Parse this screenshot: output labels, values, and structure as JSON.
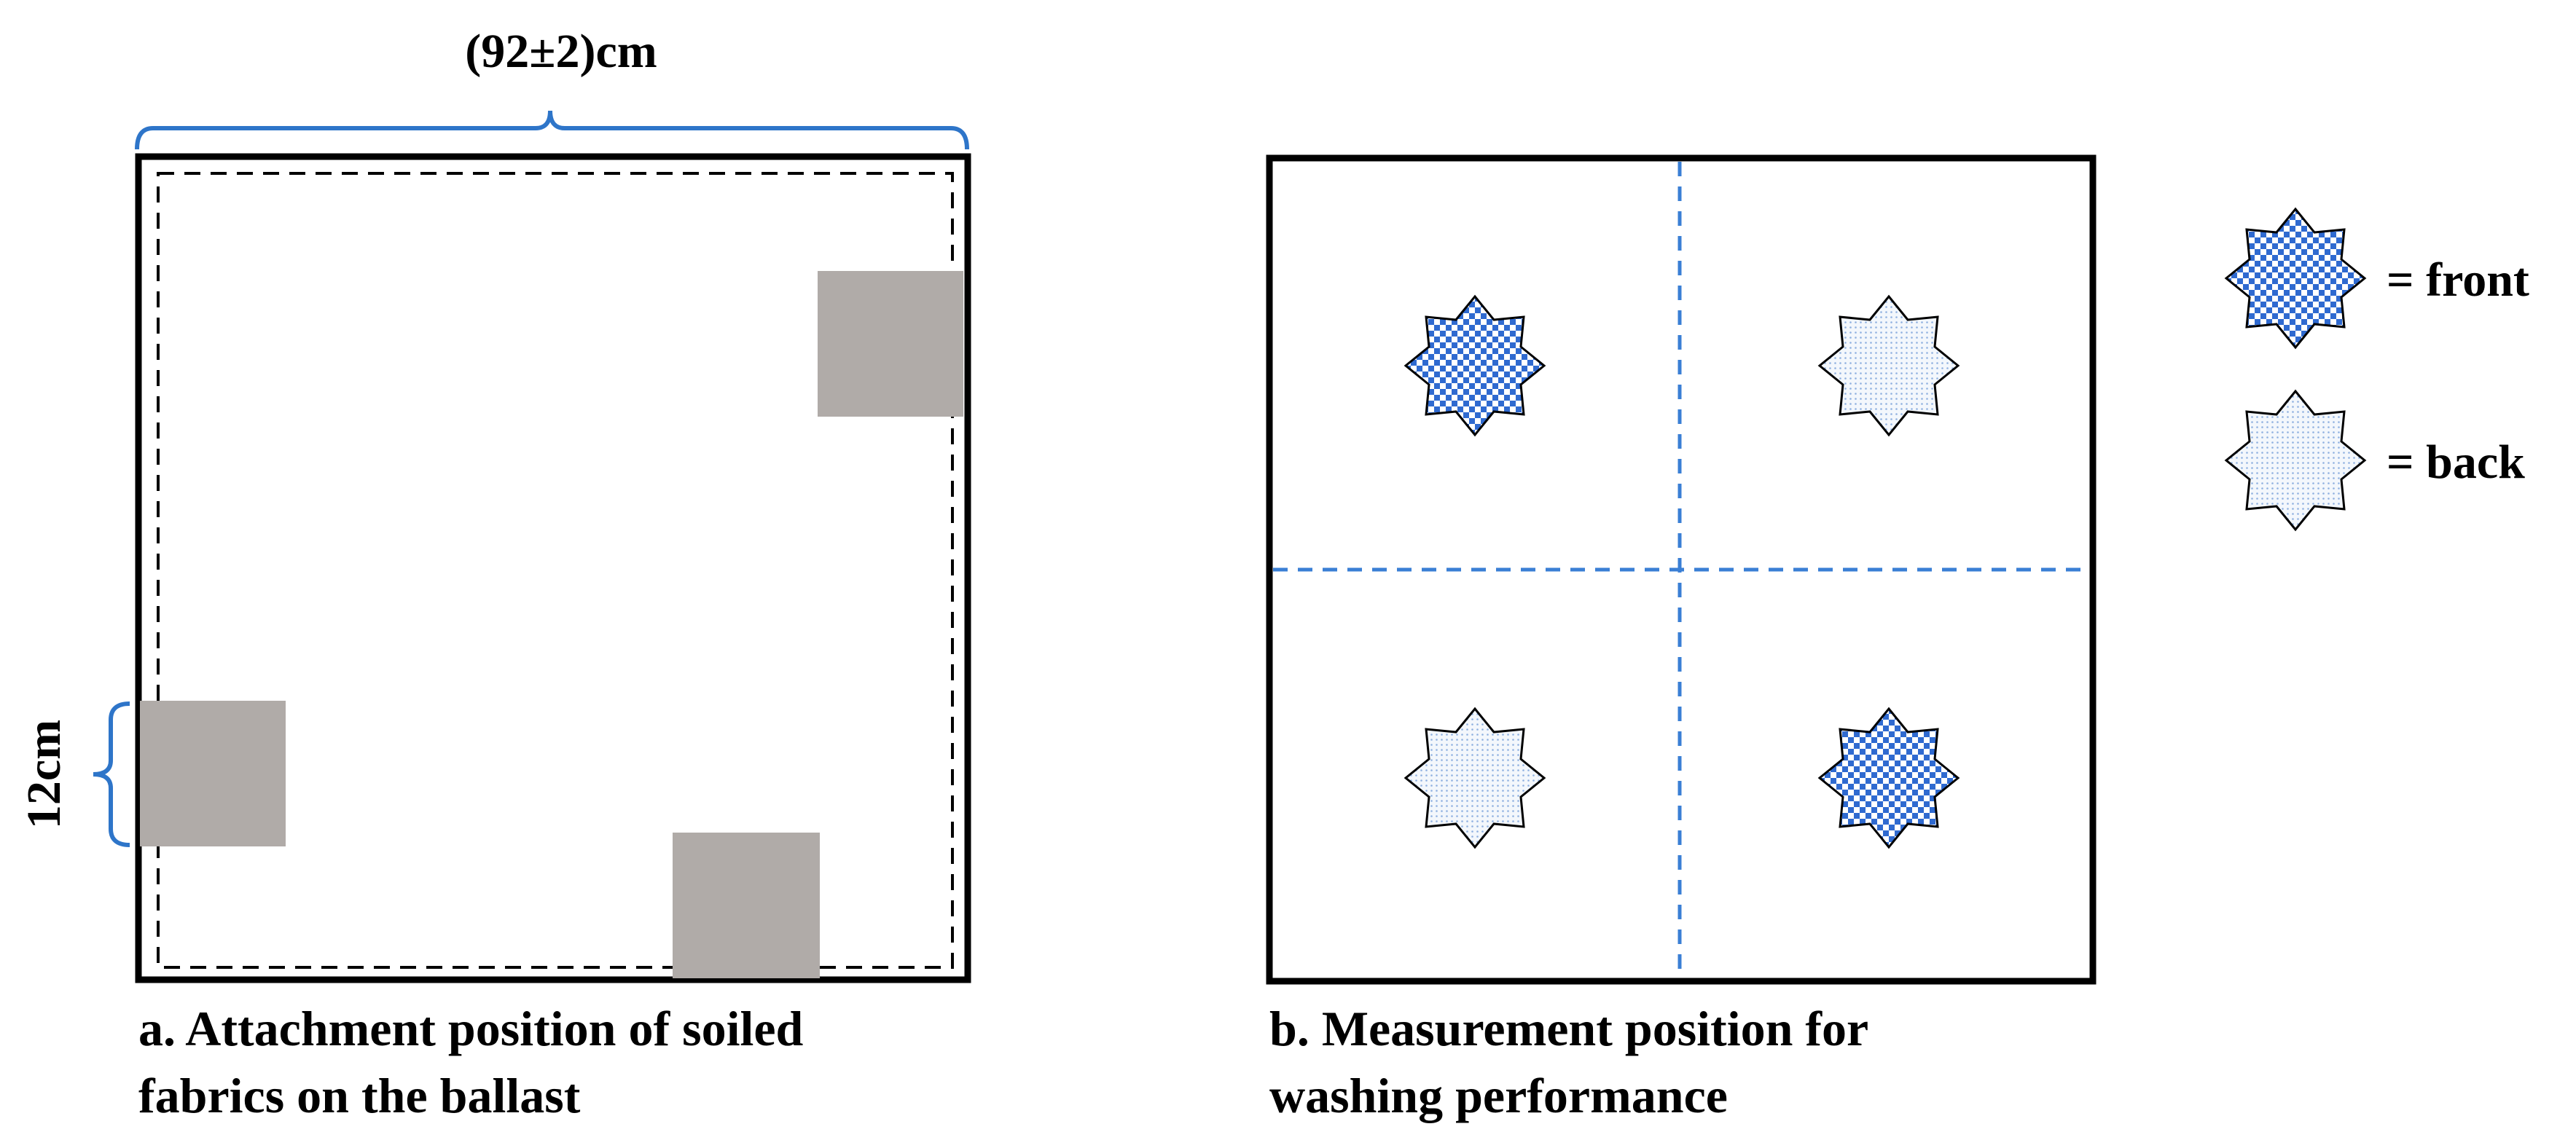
{
  "panel_a": {
    "width_label": "(92±2)cm",
    "height_label": "12cm",
    "caption_line1": "a. Attachment position of soiled",
    "caption_line2": "fabrics on the ballast"
  },
  "panel_b": {
    "caption_line1": "b. Measurement position for",
    "caption_line2": "washing performance",
    "measurement_points": [
      {
        "quadrant": "top-left",
        "side": "front"
      },
      {
        "quadrant": "top-right",
        "side": "back"
      },
      {
        "quadrant": "bottom-left",
        "side": "back"
      },
      {
        "quadrant": "bottom-right",
        "side": "front"
      }
    ]
  },
  "legend": {
    "front_label": "= front",
    "back_label": "= back",
    "front_icon": "checkered-star-icon",
    "back_icon": "dotted-star-icon"
  },
  "colors": {
    "outline": "#000000",
    "bracket": "#2e75c9",
    "dashed_divider": "#3a7fd5",
    "swatch": "#b0aba8",
    "front_fill": "#2f6ad0",
    "back_fill": "#8fb0e0"
  }
}
